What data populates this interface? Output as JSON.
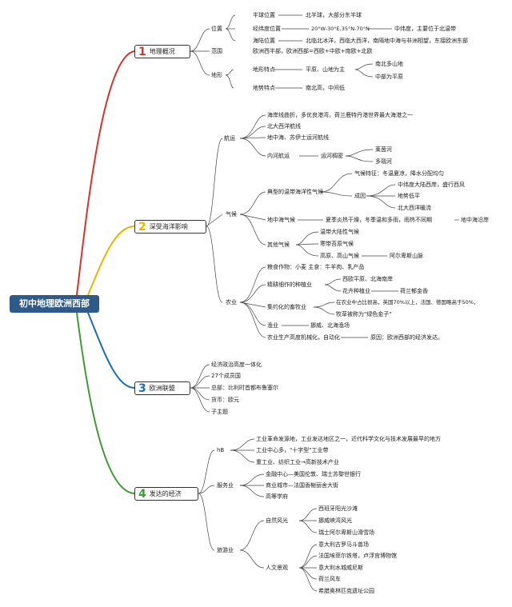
{
  "root": "初中地理欧洲西部",
  "branches": [
    {
      "num": "1",
      "label": "地理概况",
      "color": "#d9322b"
    },
    {
      "num": "2",
      "label": "深受海洋影响",
      "color": "#e8b400"
    },
    {
      "num": "3",
      "label": "欧洲联盟",
      "color": "#1a6fb0"
    },
    {
      "num": "4",
      "label": "发达的经济",
      "color": "#3f9b35"
    }
  ],
  "b1": {
    "weizhi": "位置",
    "banqiu": "半球位置",
    "banqiu_v": "北半球，大部分东半球",
    "jingwei": "经纬度位置",
    "jingwei_v": "20°W-30°E,35°N-70°N",
    "jingwei_v2": "中纬度，主要位于北温带",
    "hailu": "海陆位置",
    "hailu_v": "北临北冰洋，西临大西洋，南隔地中海与非洲相望，东接欧洲东部",
    "fanwei": "范围",
    "fanwei_v": "欧洲西半部，欧洲西部=西欧+中欧+南欧+北欧",
    "dixing": "地形",
    "dxtd": "地形特点",
    "dxtd_v": "平原、山地为主",
    "dxtd_v2a": "南北多山地",
    "dxtd_v2b": "中部为平原",
    "dstd": "地势特点",
    "dstd_v": "南北高，中间低"
  },
  "b2": {
    "hangyun": "航运",
    "h1": "海岸线曲折，多优良港湾，荷兰鹿特丹港世界最大海港之一",
    "h2": "北大西洋航线",
    "h3": "地中海、苏伊士运河航线",
    "h4": "内河航运",
    "h4_v": "运河稠密",
    "h4_a": "莱茵河",
    "h4_b": "多瑙河",
    "qihou": "气候",
    "q1": "典型的温带海洋性气候",
    "q1_tz": "气候特征：冬温夏凉，降水分配均匀",
    "q1_cy": "成因",
    "q1_c1": "中纬度大陆西岸，盛行西风",
    "q1_c2": "地势低平",
    "q1_c3": "北大西洋暖流",
    "q2": "地中海气候",
    "q2_v": "夏季炎热干燥，冬季温和多雨，雨热不同期",
    "q2_v2": "地中海沿岸",
    "q3": "其他气候",
    "q3_a": "温带大陆性气候",
    "q3_b": "寒带苔原气候",
    "q3_c": "高原、高山气候",
    "q3_c2": "阿尔卑斯山脉",
    "nongye": "农业",
    "n1": "粮食作物：小麦 主食：牛羊肉、乳产品",
    "n2": "精耕细作的种植业",
    "n2_a": "西欧平原、北海南岸",
    "n2_b": "花卉种植业",
    "n2_b2": "荷兰郁金香",
    "n3": "集约化的畜牧业",
    "n3_v1": "在农业中占比很高，英国70%以上，法国、德国略高于50%，",
    "n3_v2": "牧草被称为\"绿色金子\"",
    "n4": "渔业",
    "n4_v": "挪威、北海渔场",
    "n5": "农业生产高度机械化，自动化",
    "n5_v": "原因：欧洲西部的经济发达。"
  },
  "b3": {
    "i1": "经济政治高度一体化",
    "i2": "27个成员国",
    "i3": "总部：比利时首都布鲁塞尔",
    "i4": "货币：欧元",
    "i5": "子主题"
  },
  "b4": {
    "hb": "hB",
    "hb1": "工业革命发源地，工业发达地区之一，近代科学文化与技术发展最早的地方",
    "hb2": "工业中心多，\"十字型\"工业带",
    "hb3": "重工业、纺织工业→高新技术产业",
    "fw": "服务业",
    "fw1": "金融中心—美国伦敦、瑞士苏黎世银行",
    "fw2": "商业城市—法国香榭丽舍大街",
    "fw3": "高等学府",
    "ly": "旅游业",
    "zr": "自然风光",
    "zr1": "西班牙阳光沙滩",
    "zr2": "挪威峡湾风光",
    "zr3": "瑞士阿尔卑斯山滑雪场",
    "rw": "人文景观",
    "rw1": "意大利古罗马斗兽场",
    "rw2": "法国埃菲尔铁塔，卢浮宫博物馆",
    "rw3": "意大利水城威尼斯",
    "rw4": "荷兰风车",
    "rw5": "希腊奥林匹克遗址公园"
  }
}
